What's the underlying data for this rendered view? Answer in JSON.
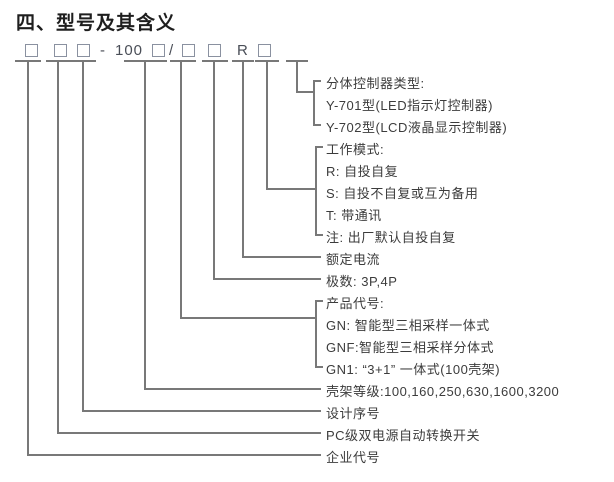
{
  "page": {
    "title": "四、型号及其含义"
  },
  "model_code": {
    "dash": "-",
    "frame_size": "100",
    "slash": "/",
    "mode_letter": "R"
  },
  "annotations": {
    "split_controller_type": {
      "title": "分体控制器类型:",
      "y701": "Y-701型(LED指示灯控制器)",
      "y702": "Y-702型(LCD液晶显示控制器)"
    },
    "work_mode": {
      "title": "工作模式:",
      "r": "R: 自投自复",
      "s": "S: 自投不自复或互为备用",
      "t": "T: 带通讯",
      "note": "注: 出厂默认自投自复"
    },
    "rated_current": "额定电流",
    "poles": "极数: 3P,4P",
    "product_code": {
      "title": "产品代号:",
      "gn": "GN: 智能型三相采样一体式",
      "gnf": "GNF:智能型三相采样分体式",
      "gn1": "GN1: “3+1” 一体式(100壳架)"
    },
    "frame_level": "壳架等级:100,160,250,630,1600,3200",
    "design_serial": "设计序号",
    "switch_name": "PC级双电源自动转换开关",
    "enterprise_code": "企业代号"
  },
  "colors": {
    "connector_line": "#787878",
    "box_border": "#8a91a0",
    "text": "#3c3c3c"
  }
}
